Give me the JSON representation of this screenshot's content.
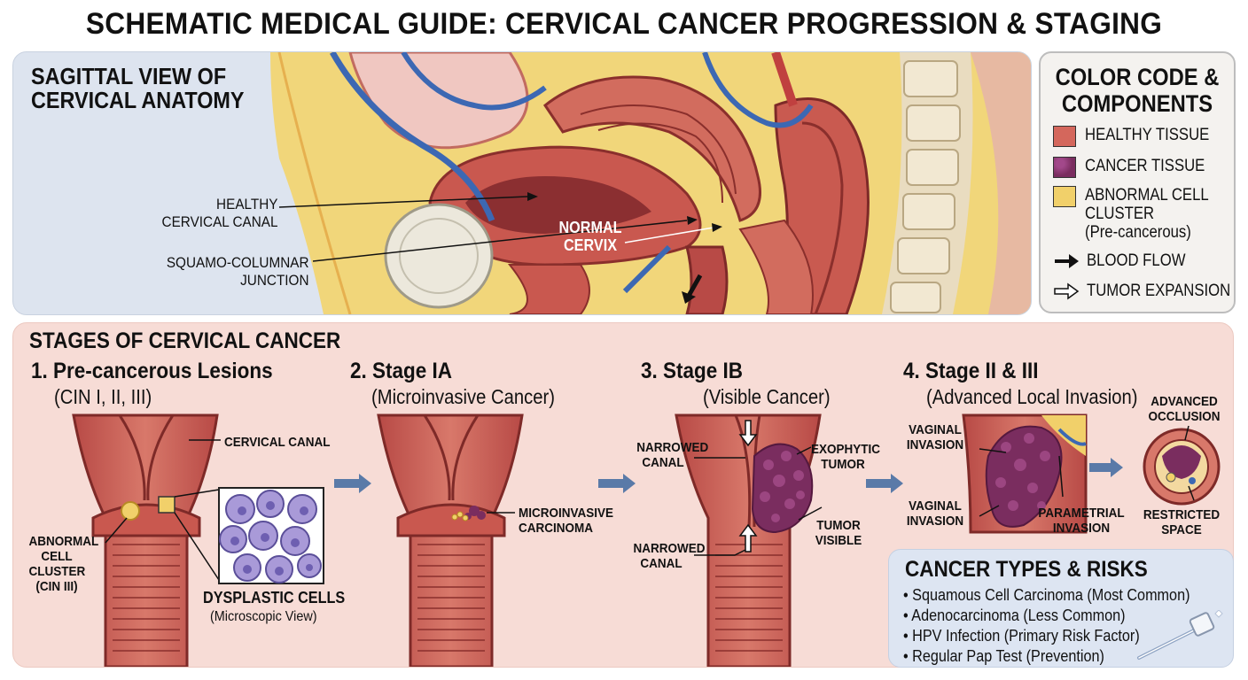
{
  "title": "SCHEMATIC MEDICAL GUIDE: CERVICAL CANCER PROGRESSION & STAGING",
  "sagittal": {
    "heading_line1": "SAGITTAL VIEW OF",
    "heading_line2": "CERVICAL ANATOMY",
    "labels": {
      "healthy_canal_1": "HEALTHY",
      "healthy_canal_2": "CERVICAL CANAL",
      "scj_1": "SQUAMO-COLUMNAR",
      "scj_2": "JUNCTION",
      "normal_cervix_1": "NORMAL",
      "normal_cervix_2": "CERVIX"
    }
  },
  "legend": {
    "title_line1": "COLOR CODE &",
    "title_line2": "COMPONENTS",
    "items": [
      {
        "label": "HEALTHY TISSUE",
        "color": "#d4675c"
      },
      {
        "label": "CANCER TISSUE",
        "color": "#7a2d5f"
      },
      {
        "label": "ABNORMAL CELL",
        "label2": "CLUSTER",
        "label3": "(Pre-cancerous)",
        "color": "#f1d06a"
      },
      {
        "label": "BLOOD FLOW"
      },
      {
        "label": "TUMOR EXPANSION"
      }
    ]
  },
  "stages": {
    "heading": "STAGES OF CERVICAL CANCER",
    "s1": {
      "title": "1. Pre-cancerous Lesions",
      "subtitle": "(CIN I, II, III)",
      "cervical_canal": "CERVICAL CANAL",
      "abnormal_1": "ABNORMAL",
      "abnormal_2": "CELL",
      "abnormal_3": "CLUSTER",
      "abnormal_4": "(CIN III)",
      "dysplastic": "DYSPLASTIC CELLS",
      "micro_view": "(Microscopic View)"
    },
    "s2": {
      "title": "2. Stage IA",
      "subtitle": "(Microinvasive Cancer)",
      "micro_1": "MICROINVASIVE",
      "micro_2": "CARCINOMA"
    },
    "s3": {
      "title": "3. Stage IB",
      "subtitle": "(Visible Cancer)",
      "narrowed_top_1": "NARROWED",
      "narrowed_top_2": "CANAL",
      "narrowed_bot_1": "NARROWED",
      "narrowed_bot_2": "CANAL",
      "exo_1": "EXOPHYTIC",
      "exo_2": "TUMOR",
      "visible_1": "TUMOR",
      "visible_2": "VISIBLE"
    },
    "s4": {
      "title": "4. Stage II & III",
      "subtitle": "(Advanced Local Invasion)",
      "vag_top_1": "VAGINAL",
      "vag_top_2": "INVASION",
      "vag_bot_1": "VAGINAL",
      "vag_bot_2": "INVASION",
      "param_1": "PARAMETRIAL",
      "param_2": "INVASION",
      "adv_1": "ADVANCED",
      "adv_2": "OCCLUSION",
      "restricted_1": "RESTRICTED",
      "restricted_2": "SPACE"
    }
  },
  "types": {
    "heading": "CANCER TYPES & RISKS",
    "items": [
      "• Squamous Cell Carcinoma (Most Common)",
      "• Adenocarcinoma (Less Common)",
      "• HPV Infection (Primary Risk Factor)",
      "• Regular Pap Test (Prevention)"
    ]
  }
}
